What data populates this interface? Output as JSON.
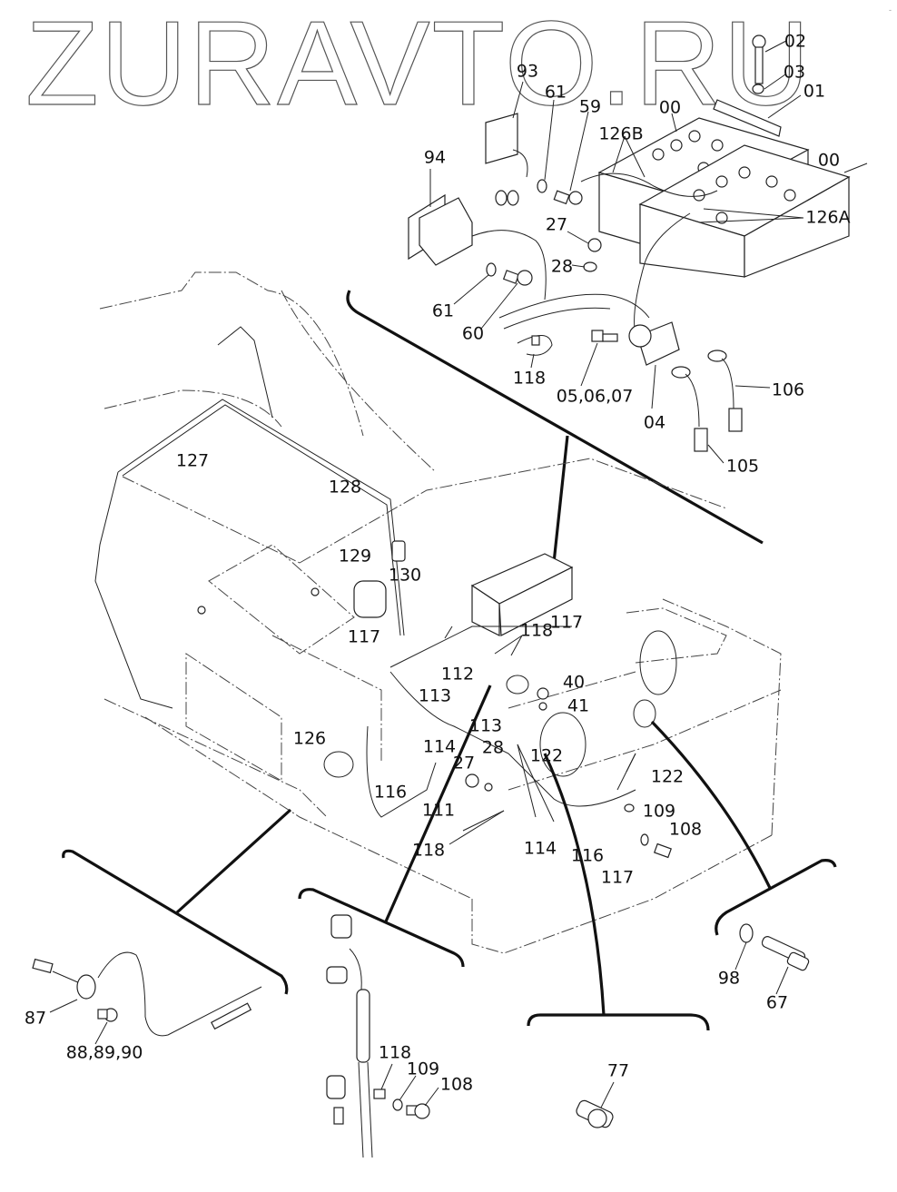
{
  "watermark": "ZURAVTO.RU",
  "corner_mark": "-",
  "diagram_type": "exploded parts diagram — machine electrical wiring (batteries, harnesses, sensors)",
  "labels": {
    "l02": "02",
    "l03": "03",
    "l01": "01",
    "l93": "93",
    "l61a": "61",
    "l59": "59",
    "l00a": "00",
    "l00b": "00",
    "l126b": "126B",
    "l126a": "126A",
    "l94": "94",
    "l27a": "27",
    "l28a": "28",
    "l61b": "61",
    "l60": "60",
    "l118a": "118",
    "l050607": "05,06,07",
    "l04": "04",
    "l106": "106",
    "l105": "105",
    "l127": "127",
    "l128": "128",
    "l129": "129",
    "l130": "130",
    "l117a": "117",
    "l112": "112",
    "l118b": "118",
    "l117b": "117",
    "l40": "40",
    "l41": "41",
    "l113a": "113",
    "l126": "126",
    "l113b": "113",
    "l114a": "114",
    "l27b": "27",
    "l28b": "28",
    "l122a": "122",
    "l116a": "116",
    "l111": "111",
    "l118c": "118",
    "l122b": "122",
    "l109a": "109",
    "l108a": "108",
    "l114b": "114",
    "l116b": "116",
    "l117c": "117",
    "l87": "87",
    "l888990": "88,89,90",
    "l118d": "118",
    "l109b": "109",
    "l108b": "108",
    "l98": "98",
    "l67": "67",
    "l77": "77"
  }
}
